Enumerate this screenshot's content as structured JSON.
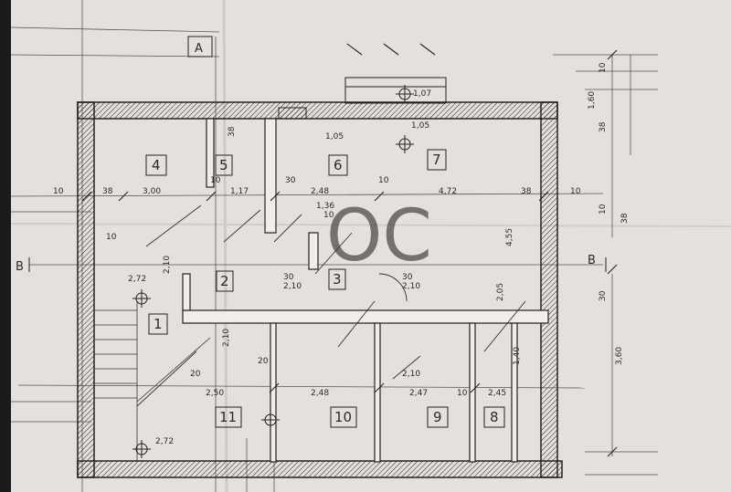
{
  "plan": {
    "axis_labels": {
      "a": "A",
      "b_left": "B",
      "b_right": "B"
    },
    "rooms": [
      {
        "id": "room-1",
        "label": "1"
      },
      {
        "id": "room-2",
        "label": "2"
      },
      {
        "id": "room-3",
        "label": "3"
      },
      {
        "id": "room-4",
        "label": "4"
      },
      {
        "id": "room-5",
        "label": "5"
      },
      {
        "id": "room-6",
        "label": "6"
      },
      {
        "id": "room-7",
        "label": "7"
      },
      {
        "id": "room-8",
        "label": "8"
      },
      {
        "id": "room-9",
        "label": "9"
      },
      {
        "id": "room-10",
        "label": "10"
      },
      {
        "id": "room-11",
        "label": "11"
      }
    ],
    "dimensions_top": [
      "10",
      "38",
      "3,00",
      "10",
      "1,17",
      "30",
      "2,48",
      "10",
      "4,72",
      "38",
      "10"
    ],
    "dimensions_bottom": [
      "2,50",
      "20",
      "2,48",
      "2,47",
      "10",
      "2,45"
    ],
    "dimensions_right": [
      "10",
      "38",
      "4,55",
      "30",
      "3,60",
      "38",
      "10",
      "1,60"
    ],
    "dimensions_misc": [
      "38",
      "10",
      "10",
      "1,36",
      "30",
      "2,10",
      "30",
      "2,10",
      "2,05",
      "2,10",
      "2,10",
      "1,40",
      "20",
      "2,10"
    ],
    "sill_heights": [
      "1,05",
      "1,05",
      "2,72",
      "2,72",
      "1,07"
    ],
    "watermark": "OC"
  }
}
